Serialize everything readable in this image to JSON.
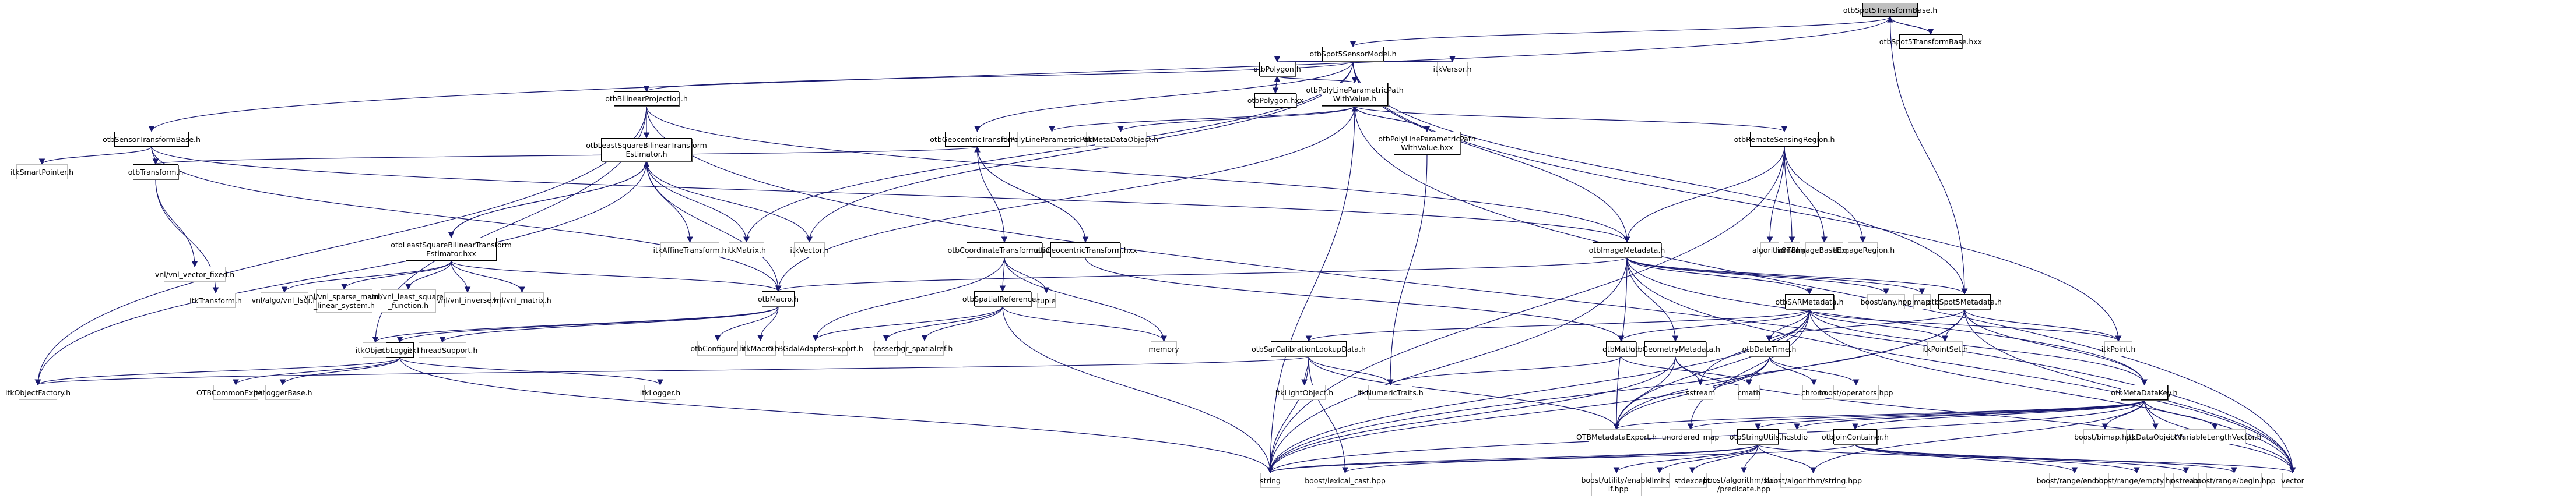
{
  "title": "otbSpot5TransformBase.h include dependency graph",
  "colors": {
    "edge": "#191970",
    "internal_border": "#000000",
    "external_border": "#bfbfbf",
    "root_fill": "#bfbfbf"
  },
  "nodes": [
    {
      "id": "root",
      "label": "otbSpot5TransformBase.h",
      "kind": "root"
    },
    {
      "id": "root_hxx",
      "label": "otbSpot5TransformBase.hxx",
      "kind": "internal"
    },
    {
      "id": "sensormodel",
      "label": "otbSpot5SensorModel.h",
      "kind": "internal"
    },
    {
      "id": "polygon",
      "label": "otbPolygon.h",
      "kind": "internal"
    },
    {
      "id": "polygon_hxx",
      "label": "otbPolygon.hxx",
      "kind": "internal"
    },
    {
      "id": "itkversor",
      "label": "itkVersor.h",
      "kind": "external"
    },
    {
      "id": "bilinear",
      "label": "otbBilinearProjection.h",
      "kind": "internal"
    },
    {
      "id": "polyline",
      "label": "otbPolyLineParametricPath\nWithValue.h",
      "kind": "internal"
    },
    {
      "id": "polyline_hxx",
      "label": "otbPolyLineParametricPath\nWithValue.hxx",
      "kind": "internal"
    },
    {
      "id": "sensortb",
      "label": "otbSensorTransformBase.h",
      "kind": "internal"
    },
    {
      "id": "lsq",
      "label": "otbLeastSquareBilinearTransform\nEstimator.h",
      "kind": "internal"
    },
    {
      "id": "geocentric",
      "label": "otbGeocentricTransform.h",
      "kind": "internal"
    },
    {
      "id": "itkpolyline",
      "label": "itkPolyLineParametricPath.h",
      "kind": "external"
    },
    {
      "id": "itkmetadataobject",
      "label": "itkMetaDataObject.h",
      "kind": "external"
    },
    {
      "id": "rsregion",
      "label": "otbRemoteSensingRegion.h",
      "kind": "internal"
    },
    {
      "id": "itksmartpointer",
      "label": "itkSmartPointer.h",
      "kind": "external"
    },
    {
      "id": "otbtransform",
      "label": "otbTransform.h",
      "kind": "internal"
    },
    {
      "id": "lsq_hxx",
      "label": "otbLeastSquareBilinearTransform\nEstimator.hxx",
      "kind": "internal"
    },
    {
      "id": "itkaffine",
      "label": "itkAffineTransform.h",
      "kind": "external"
    },
    {
      "id": "itkmatrix",
      "label": "itkMatrix.h",
      "kind": "external"
    },
    {
      "id": "itkvector",
      "label": "itkVector.h",
      "kind": "external"
    },
    {
      "id": "coordtrans",
      "label": "otbCoordinateTransformation.h",
      "kind": "internal"
    },
    {
      "id": "geocentric_hxx",
      "label": "otbGeocentricTransform.hxx",
      "kind": "internal"
    },
    {
      "id": "imagemeta",
      "label": "otbImageMetadata.h",
      "kind": "internal"
    },
    {
      "id": "algorithm",
      "label": "algorithm",
      "kind": "external"
    },
    {
      "id": "iomanip",
      "label": "iomanip",
      "kind": "external"
    },
    {
      "id": "otbimagebaseexport",
      "label": "OTBImageBaseExport.h",
      "kind": "external"
    },
    {
      "id": "itkimageregion",
      "label": "itkImageRegion.h",
      "kind": "external"
    },
    {
      "id": "vnlfixed",
      "label": "vnl/vnl_vector_fixed.h",
      "kind": "external"
    },
    {
      "id": "itktransform",
      "label": "itkTransform.h",
      "kind": "external"
    },
    {
      "id": "vnllsqr",
      "label": "vnl/algo/vnl_lsqr.h",
      "kind": "external"
    },
    {
      "id": "vnlsparse",
      "label": "vnl/vnl_sparse_matrix\n_linear_system.h",
      "kind": "external"
    },
    {
      "id": "vnlleast",
      "label": "vnl/vnl_least_squares\n_function.h",
      "kind": "external"
    },
    {
      "id": "vnlinverse",
      "label": "vnl/vnl_inverse.h",
      "kind": "external"
    },
    {
      "id": "vnlmatrix",
      "label": "vnl/vnl_matrix.h",
      "kind": "external"
    },
    {
      "id": "otbmacro",
      "label": "otbMacro.h",
      "kind": "internal"
    },
    {
      "id": "spatialref",
      "label": "otbSpatialReference.h",
      "kind": "internal"
    },
    {
      "id": "tuple",
      "label": "tuple",
      "kind": "external"
    },
    {
      "id": "sarmeta",
      "label": "otbSARMetadata.h",
      "kind": "internal"
    },
    {
      "id": "boostany",
      "label": "boost/any.hpp",
      "kind": "external"
    },
    {
      "id": "map",
      "label": "map",
      "kind": "external"
    },
    {
      "id": "spot5meta",
      "label": "otbSpot5Metadata.h",
      "kind": "internal"
    },
    {
      "id": "itkobject",
      "label": "itkObject.h",
      "kind": "external"
    },
    {
      "id": "otblogger",
      "label": "otbLogger.h",
      "kind": "internal"
    },
    {
      "id": "itkthreadsupport",
      "label": "itkThreadSupport.h",
      "kind": "external"
    },
    {
      "id": "otbconfigure",
      "label": "otbConfigure.h",
      "kind": "external"
    },
    {
      "id": "itkmacro",
      "label": "itkMacro.h",
      "kind": "external"
    },
    {
      "id": "gdaladapters",
      "label": "OTBGdalAdaptersExport.h",
      "kind": "external"
    },
    {
      "id": "cassert",
      "label": "cassert",
      "kind": "external"
    },
    {
      "id": "ogrspatialref",
      "label": "ogr_spatialref.h",
      "kind": "external"
    },
    {
      "id": "memory",
      "label": "memory",
      "kind": "external"
    },
    {
      "id": "sarcalib",
      "label": "otbSarCalibrationLookupData.h",
      "kind": "internal"
    },
    {
      "id": "otbmath",
      "label": "otbMath.h",
      "kind": "internal"
    },
    {
      "id": "geommeta",
      "label": "otbGeometryMetadata.h",
      "kind": "internal"
    },
    {
      "id": "datetime",
      "label": "otbDateTime.h",
      "kind": "internal"
    },
    {
      "id": "itkpointset",
      "label": "itkPointSet.h",
      "kind": "external"
    },
    {
      "id": "itkpoint",
      "label": "itkPoint.h",
      "kind": "external"
    },
    {
      "id": "itkobjectfactory",
      "label": "itkObjectFactory.h",
      "kind": "external"
    },
    {
      "id": "otbcommonexport",
      "label": "OTBCommonExport.h",
      "kind": "external"
    },
    {
      "id": "itkloggerbase",
      "label": "itkLoggerBase.h",
      "kind": "external"
    },
    {
      "id": "itklogger",
      "label": "itkLogger.h",
      "kind": "external"
    },
    {
      "id": "itklightobject",
      "label": "itkLightObject.h",
      "kind": "external"
    },
    {
      "id": "itknumerictraits",
      "label": "itkNumericTraits.h",
      "kind": "external"
    },
    {
      "id": "sstream",
      "label": "sstream",
      "kind": "external"
    },
    {
      "id": "cmath",
      "label": "cmath",
      "kind": "external"
    },
    {
      "id": "chrono",
      "label": "chrono",
      "kind": "external"
    },
    {
      "id": "boostoperators",
      "label": "boost/operators.hpp",
      "kind": "external"
    },
    {
      "id": "metadatakey",
      "label": "otbMetaDataKey.h",
      "kind": "internal"
    },
    {
      "id": "otbmetadataexport",
      "label": "OTBMetadataExport.h",
      "kind": "external"
    },
    {
      "id": "unorderedmap",
      "label": "unordered_map",
      "kind": "external"
    },
    {
      "id": "stringutils",
      "label": "otbStringUtils.h",
      "kind": "internal"
    },
    {
      "id": "cstdio",
      "label": "cstdio",
      "kind": "external"
    },
    {
      "id": "joincontainer",
      "label": "otbJoinContainer.h",
      "kind": "internal"
    },
    {
      "id": "boostbimap",
      "label": "boost/bimap.hpp",
      "kind": "external"
    },
    {
      "id": "itkdataobject",
      "label": "itkDataObject.h",
      "kind": "external"
    },
    {
      "id": "itkvlv",
      "label": "itkVariableLengthVector.h",
      "kind": "external"
    },
    {
      "id": "string",
      "label": "string",
      "kind": "external"
    },
    {
      "id": "lexicalcast",
      "label": "boost/lexical_cast.hpp",
      "kind": "external"
    },
    {
      "id": "enableif",
      "label": "boost/utility/enable\n_if.hpp",
      "kind": "external"
    },
    {
      "id": "limits",
      "label": "limits",
      "kind": "external"
    },
    {
      "id": "stdexcept",
      "label": "stdexcept",
      "kind": "external"
    },
    {
      "id": "predicate",
      "label": "boost/algorithm/string\n/predicate.hpp",
      "kind": "external"
    },
    {
      "id": "algostring",
      "label": "boost/algorithm/string.hpp",
      "kind": "external"
    },
    {
      "id": "rangeend",
      "label": "boost/range/end.hpp",
      "kind": "external"
    },
    {
      "id": "rangeempty",
      "label": "boost/range/empty.hpp",
      "kind": "external"
    },
    {
      "id": "ostream",
      "label": "ostream",
      "kind": "external"
    },
    {
      "id": "rangebegin",
      "label": "boost/range/begin.hpp",
      "kind": "external"
    },
    {
      "id": "vector",
      "label": "vector",
      "kind": "external"
    }
  ],
  "edges": [
    [
      "root",
      "root_hxx"
    ],
    [
      "root_hxx",
      "root"
    ],
    [
      "root",
      "sensormodel"
    ],
    [
      "root",
      "sensortb"
    ],
    [
      "root",
      "spot5meta"
    ],
    [
      "sensormodel",
      "polygon"
    ],
    [
      "sensormodel",
      "bilinear"
    ],
    [
      "sensormodel",
      "itkversor"
    ],
    [
      "sensormodel",
      "imagemeta"
    ],
    [
      "sensormodel",
      "spot5meta"
    ],
    [
      "sensormodel",
      "itkpoint"
    ],
    [
      "sensormodel",
      "itkmatrix"
    ],
    [
      "sensormodel",
      "itkvector"
    ],
    [
      "sensormodel",
      "geocentric"
    ],
    [
      "polygon",
      "polygon_hxx"
    ],
    [
      "polygon_hxx",
      "polygon"
    ],
    [
      "polygon",
      "polyline"
    ],
    [
      "polyline",
      "polyline_hxx"
    ],
    [
      "polyline_hxx",
      "polyline"
    ],
    [
      "polyline",
      "itkpolyline"
    ],
    [
      "polyline",
      "itkmetadataobject"
    ],
    [
      "polyline",
      "rsregion"
    ],
    [
      "polyline",
      "string"
    ],
    [
      "polyline",
      "otbmacro"
    ],
    [
      "polyline",
      "vector"
    ],
    [
      "polyline_hxx",
      "itknumerictraits"
    ],
    [
      "bilinear",
      "lsq"
    ],
    [
      "bilinear",
      "itkobject"
    ],
    [
      "bilinear",
      "itkobjectfactory"
    ],
    [
      "bilinear",
      "imagemeta"
    ],
    [
      "bilinear",
      "vector"
    ],
    [
      "sensortb",
      "itksmartpointer"
    ],
    [
      "sensortb",
      "otbtransform"
    ],
    [
      "sensortb",
      "imagemeta"
    ],
    [
      "sensortb",
      "otbmacro"
    ],
    [
      "lsq",
      "lsq_hxx"
    ],
    [
      "lsq_hxx",
      "lsq"
    ],
    [
      "lsq",
      "itkaffine"
    ],
    [
      "lsq",
      "itkmatrix"
    ],
    [
      "lsq",
      "itkvector"
    ],
    [
      "lsq",
      "itkobjectfactory"
    ],
    [
      "lsq",
      "otbmacro"
    ],
    [
      "lsq_hxx",
      "vnllsqr"
    ],
    [
      "lsq_hxx",
      "vnlsparse"
    ],
    [
      "lsq_hxx",
      "vnlleast"
    ],
    [
      "lsq_hxx",
      "vnlinverse"
    ],
    [
      "lsq_hxx",
      "vnlmatrix"
    ],
    [
      "lsq_hxx",
      "otbmacro"
    ],
    [
      "otbtransform",
      "vnlfixed"
    ],
    [
      "otbtransform",
      "itktransform"
    ],
    [
      "geocentric",
      "coordtrans"
    ],
    [
      "geocentric",
      "geocentric_hxx"
    ],
    [
      "geocentric_hxx",
      "geocentric"
    ],
    [
      "geocentric",
      "otbtransform"
    ],
    [
      "geocentric_hxx",
      "otbmath"
    ],
    [
      "coordtrans",
      "spatialref"
    ],
    [
      "coordtrans",
      "tuple"
    ],
    [
      "coordtrans",
      "gdaladapters"
    ],
    [
      "coordtrans",
      "memory"
    ],
    [
      "rsregion",
      "imagemeta"
    ],
    [
      "rsregion",
      "algorithm"
    ],
    [
      "rsregion",
      "iomanip"
    ],
    [
      "rsregion",
      "otbimagebaseexport"
    ],
    [
      "rsregion",
      "itkimageregion"
    ],
    [
      "rsregion",
      "string"
    ],
    [
      "imagemeta",
      "sarmeta"
    ],
    [
      "imagemeta",
      "boostany"
    ],
    [
      "imagemeta",
      "map"
    ],
    [
      "imagemeta",
      "spot5meta"
    ],
    [
      "imagemeta",
      "geommeta"
    ],
    [
      "imagemeta",
      "metadatakey"
    ],
    [
      "imagemeta",
      "otbmetadataexport"
    ],
    [
      "imagemeta",
      "string"
    ],
    [
      "imagemeta",
      "vector"
    ],
    [
      "imagemeta",
      "otbmacro"
    ],
    [
      "otbmacro",
      "itkobject"
    ],
    [
      "otbmacro",
      "otblogger"
    ],
    [
      "otbmacro",
      "itkthreadsupport"
    ],
    [
      "otbmacro",
      "otbconfigure"
    ],
    [
      "otbmacro",
      "itkmacro"
    ],
    [
      "otblogger",
      "otbcommonexport"
    ],
    [
      "otblogger",
      "itkloggerbase"
    ],
    [
      "otblogger",
      "itklogger"
    ],
    [
      "otblogger",
      "itkobjectfactory"
    ],
    [
      "otblogger",
      "string"
    ],
    [
      "spatialref",
      "gdaladapters"
    ],
    [
      "spatialref",
      "cassert"
    ],
    [
      "spatialref",
      "ogrspatialref"
    ],
    [
      "spatialref",
      "memory"
    ],
    [
      "spatialref",
      "string"
    ],
    [
      "sarmeta",
      "sarcalib"
    ],
    [
      "sarmeta",
      "otbmath"
    ],
    [
      "sarmeta",
      "datetime"
    ],
    [
      "sarmeta",
      "itkpointset"
    ],
    [
      "sarmeta",
      "itkpoint"
    ],
    [
      "sarmeta",
      "metadatakey"
    ],
    [
      "sarmeta",
      "otbmetadataexport"
    ],
    [
      "sarmeta",
      "string"
    ],
    [
      "sarmeta",
      "vector"
    ],
    [
      "sarmeta",
      "sstream"
    ],
    [
      "sarmeta",
      "unorderedmap"
    ],
    [
      "sarcalib",
      "itklightobject"
    ],
    [
      "sarcalib",
      "itknumerictraits"
    ],
    [
      "sarcalib",
      "otbmetadataexport"
    ],
    [
      "sarcalib",
      "lexicalcast"
    ],
    [
      "sarcalib",
      "string"
    ],
    [
      "sarcalib",
      "itkobjectfactory"
    ],
    [
      "otbmath",
      "cmath"
    ],
    [
      "otbmath",
      "itknumerictraits"
    ],
    [
      "geommeta",
      "sstream"
    ],
    [
      "geommeta",
      "otbmetadataexport"
    ],
    [
      "geommeta",
      "string"
    ],
    [
      "geommeta",
      "vector"
    ],
    [
      "datetime",
      "cmath"
    ],
    [
      "datetime",
      "chrono"
    ],
    [
      "datetime",
      "boostoperators"
    ],
    [
      "datetime",
      "otbmetadataexport"
    ],
    [
      "datetime",
      "string"
    ],
    [
      "spot5meta",
      "itkpointset"
    ],
    [
      "spot5meta",
      "itkpoint"
    ],
    [
      "spot5meta",
      "datetime"
    ],
    [
      "spot5meta",
      "metadatakey"
    ],
    [
      "spot5meta",
      "string"
    ],
    [
      "spot5meta",
      "vector"
    ],
    [
      "spot5meta",
      "otbmetadataexport"
    ],
    [
      "metadatakey",
      "joincontainer"
    ],
    [
      "metadatakey",
      "boostbimap"
    ],
    [
      "metadatakey",
      "itkdataobject"
    ],
    [
      "metadatakey",
      "itkvlv"
    ],
    [
      "metadatakey",
      "stringutils"
    ],
    [
      "metadatakey",
      "cstdio"
    ],
    [
      "metadatakey",
      "unorderedmap"
    ],
    [
      "metadatakey",
      "otbmetadataexport"
    ],
    [
      "metadatakey",
      "string"
    ],
    [
      "metadatakey",
      "vector"
    ],
    [
      "metadatakey",
      "algostring"
    ],
    [
      "stringutils",
      "enableif"
    ],
    [
      "stringutils",
      "limits"
    ],
    [
      "stringutils",
      "stdexcept"
    ],
    [
      "stringutils",
      "predicate"
    ],
    [
      "stringutils",
      "algostring"
    ],
    [
      "stringutils",
      "lexicalcast"
    ],
    [
      "stringutils",
      "string"
    ],
    [
      "stringutils",
      "vector"
    ],
    [
      "joincontainer",
      "rangeend"
    ],
    [
      "joincontainer",
      "rangeempty"
    ],
    [
      "joincontainer",
      "ostream"
    ],
    [
      "joincontainer",
      "rangebegin"
    ],
    [
      "joincontainer",
      "string"
    ]
  ]
}
